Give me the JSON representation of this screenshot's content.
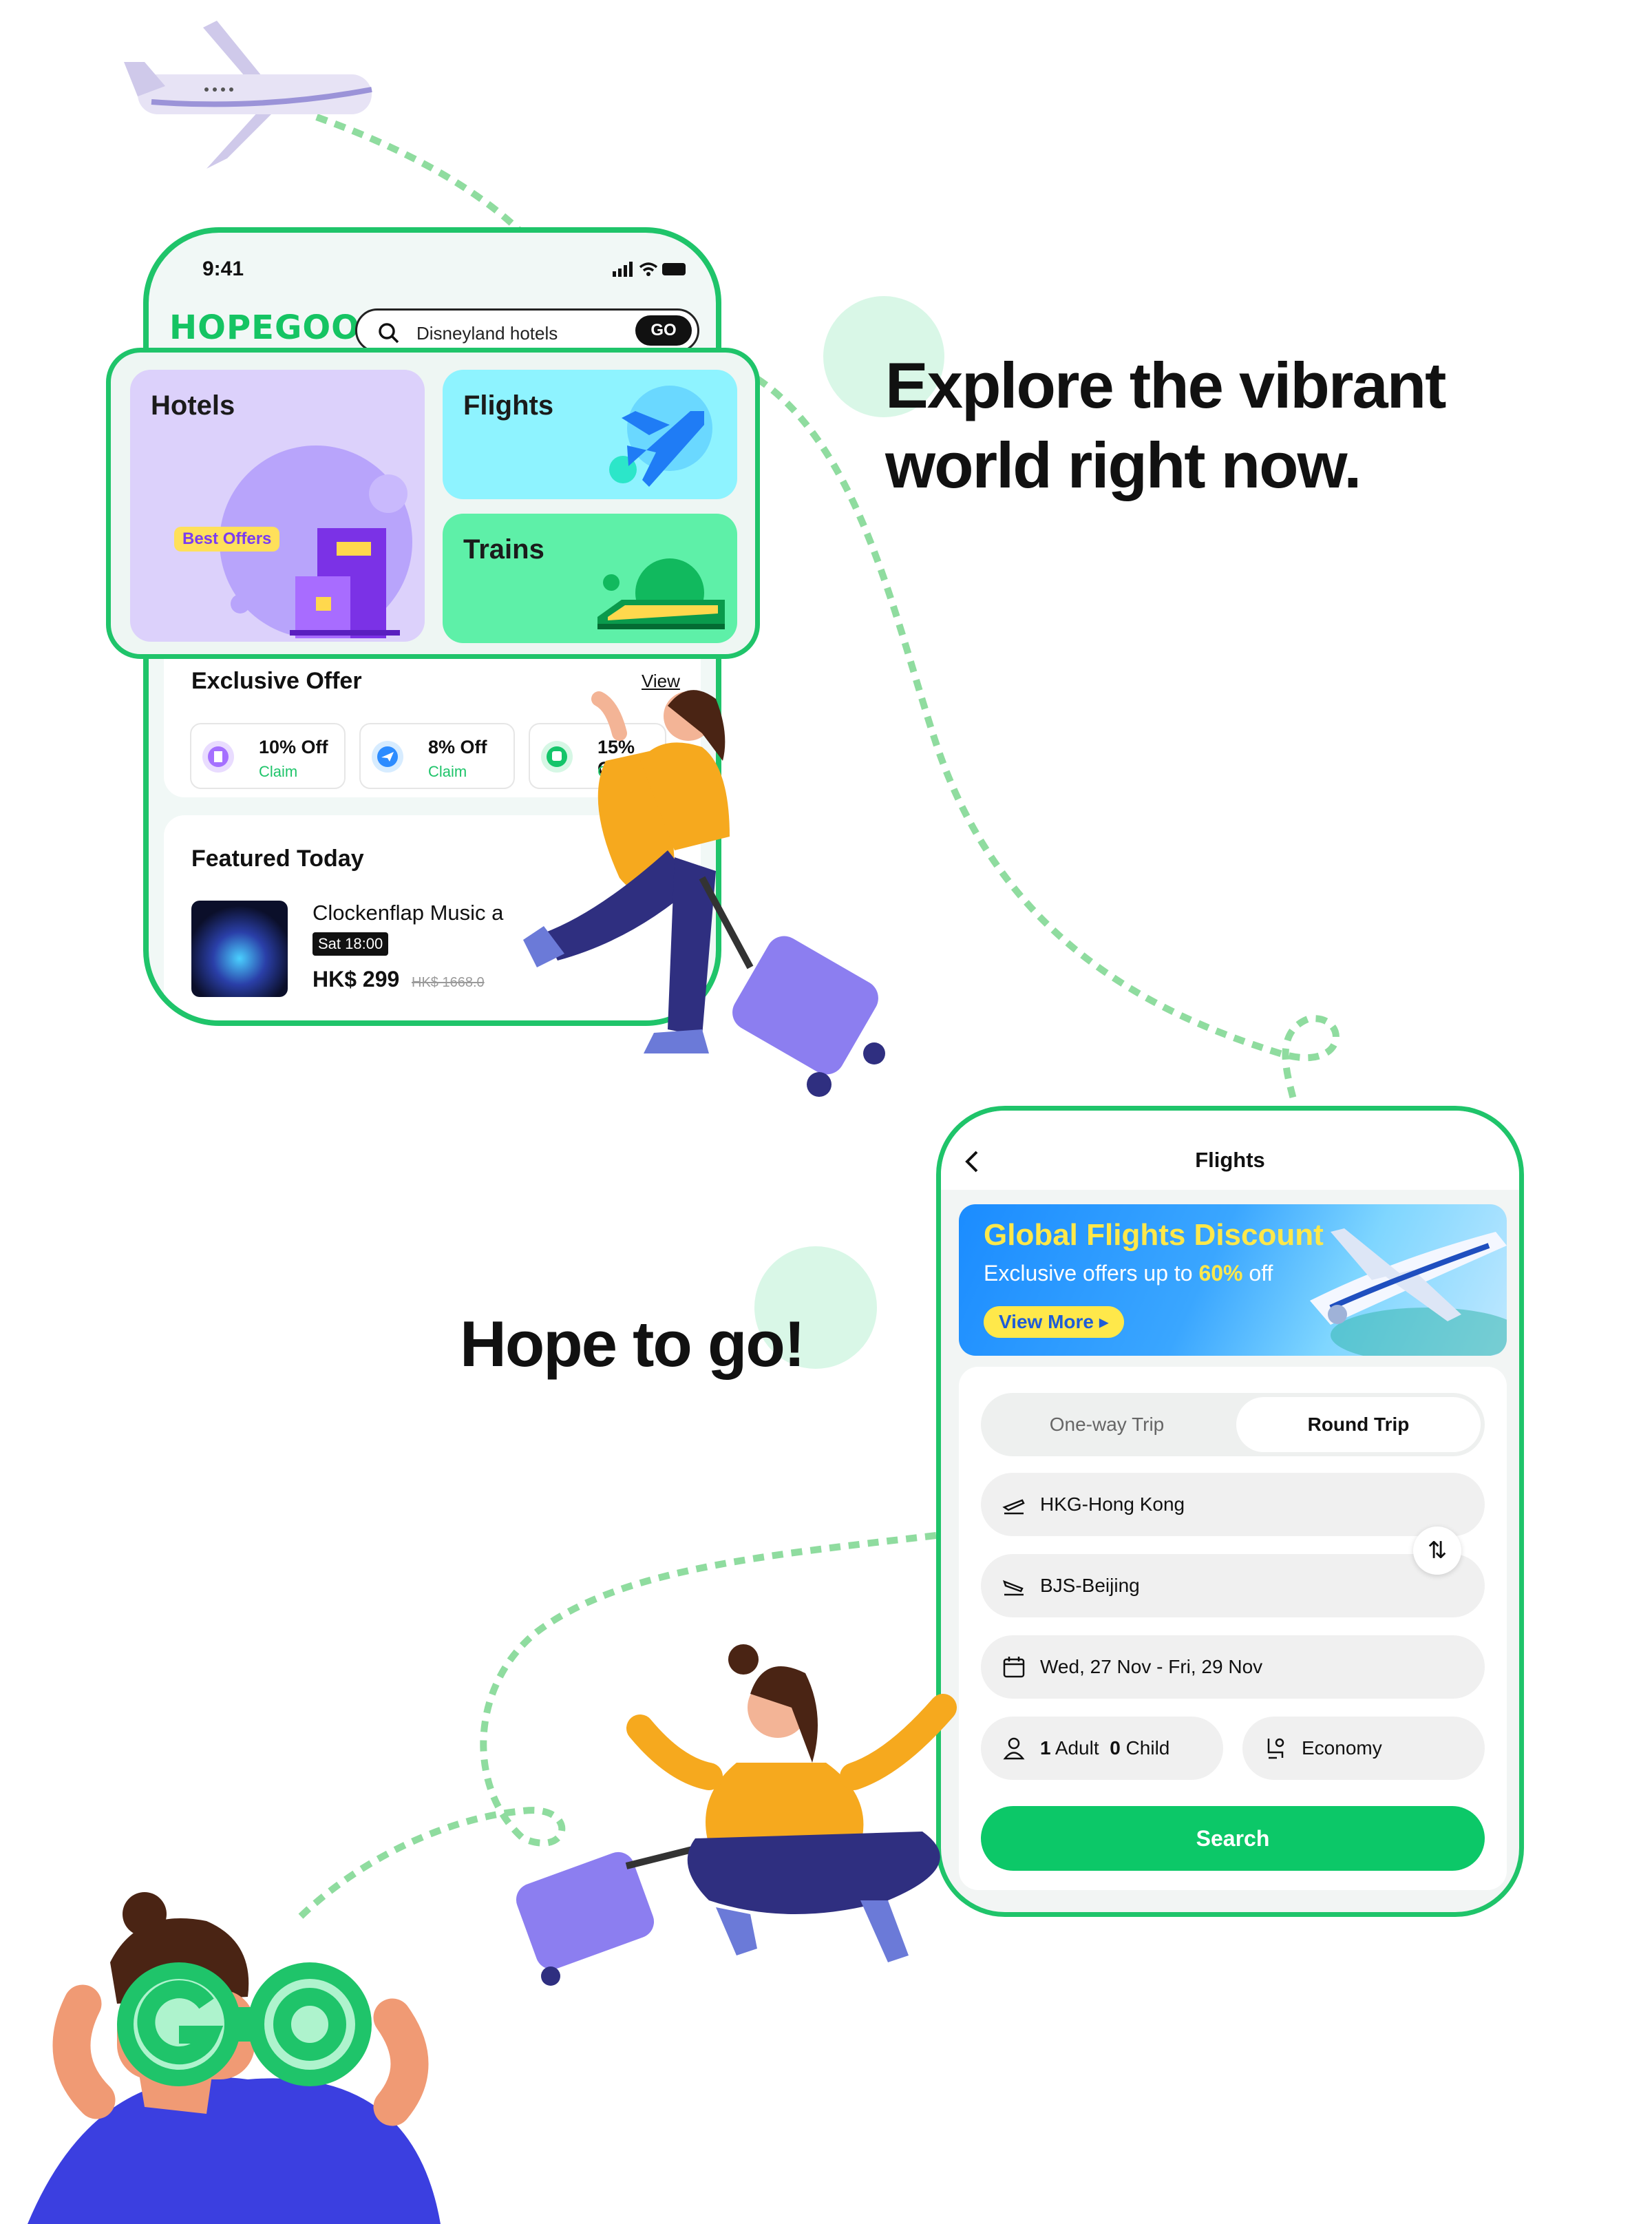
{
  "phone1": {
    "status_time": "9:41",
    "logo_text": "HOPEGOO",
    "search": {
      "value": "Disneyland hotels",
      "go_label": "GO"
    },
    "categories": [
      {
        "label": "Hotels",
        "badge": "Best Offers"
      },
      {
        "label": "Flights"
      },
      {
        "label": "Trains"
      }
    ],
    "exclusive_offer": {
      "title": "Exclusive Offer",
      "view_label": "View",
      "coupons": [
        {
          "discount": "10% Off",
          "action": "Claim",
          "icon": "hotel-icon"
        },
        {
          "discount": "8% Off",
          "action": "Claim",
          "icon": "plane-icon"
        },
        {
          "discount": "15% Off",
          "action": "Claim",
          "icon": "train-icon"
        }
      ]
    },
    "featured": {
      "title": "Featured Today",
      "item_name": "Clockenflap Music a",
      "date_badge": "Sat 18:00",
      "price": "HK$ 299",
      "original_price": "HK$ 1668.0"
    }
  },
  "headlines": {
    "main_line1": "Explore the vibrant",
    "main_line2": "world right now.",
    "secondary": "Hope to go!"
  },
  "phone2": {
    "header_title": "Flights",
    "banner": {
      "title": "Global Flights Discount",
      "subtitle_prefix": "Exclusive offers up to ",
      "subtitle_highlight": "60%",
      "subtitle_suffix": " off",
      "button_label": "View More"
    },
    "trip_types": [
      "One-way Trip",
      "Round Trip"
    ],
    "selected_trip_type": "Round Trip",
    "origin": "HKG-Hong Kong",
    "destination": "BJS-Beijing",
    "dates": "Wed, 27 Nov - Fri, 29 Nov",
    "passengers": {
      "adult_count": "1",
      "adult_label": "Adult",
      "child_count": "0",
      "child_label": "Child"
    },
    "cabin_class": "Economy",
    "search_label": "Search"
  },
  "colors": {
    "brand_green": "#1fc46a",
    "search_button": "#0cc868",
    "banner_yellow": "#ffe84a"
  }
}
